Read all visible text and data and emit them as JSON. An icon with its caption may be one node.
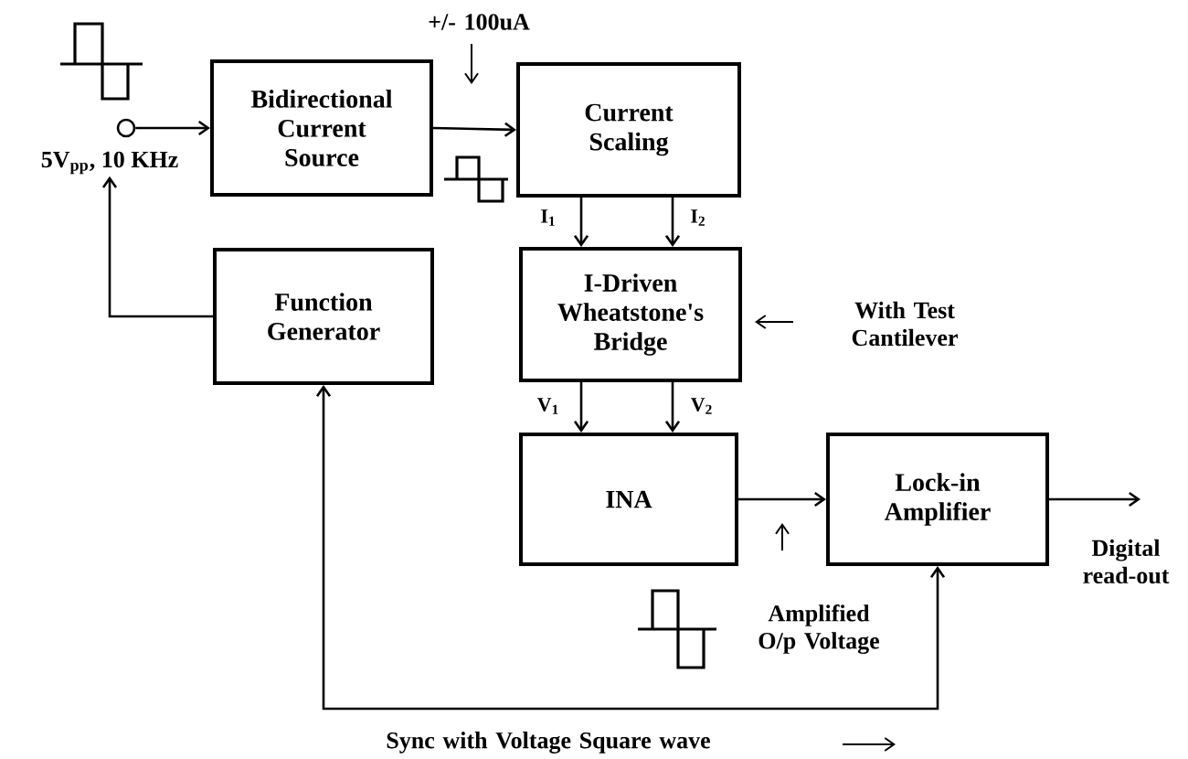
{
  "diagram": {
    "nodes": [
      {
        "text": [],
        "shape": "circle",
        "beside": [
          "5V$_{pp}$, 10 KHz"
        ]
      },
      {
        "text": [
          "Bidirectional Current Source"
        ]
      },
      {
        "text": [
          "Current Scaling"
        ]
      },
      {
        "text": [
          "I-Driven Wheatstone's Bridge"
        ]
      },
      {
        "text": [
          "Function Generator"
        ]
      },
      {
        "text": [
          "INA"
        ]
      },
      {
        "text": [
          "Lock-in Amplifier"
        ]
      }
    ],
    "edges": [
      {
        "from": 0,
        "to": 1,
        "arrow": "to"
      },
      {
        "from": 1,
        "to": 2,
        "arrow": "to"
      },
      {
        "from": 2,
        "to": 3,
        "arrow": "to",
        "label": "I$_{1}$"
      },
      {
        "from": 2,
        "to": 3,
        "arrow": "to",
        "label": "I$_{2}$"
      },
      {
        "from": 3,
        "to": 5,
        "arrow": "to",
        "label": "V$_{1}$"
      },
      {
        "from": 3,
        "to": 5,
        "arrow": "to",
        "label": "V$_{2}$"
      },
      {
        "from": 5,
        "to": 6,
        "arrow": "to"
      },
      {
        "from": 4,
        "to": 0,
        "arrow": "to"
      },
      {
        "from": 4,
        "to": 6,
        "arrow": "both"
      },
      {
        "from": 6,
        "to": null,
        "arrow": "to"
      }
    ],
    "labels": [
      "+/- 100uA",
      "With Test Cantilever",
      "Amplified O/p Voltage",
      "Digital read-out",
      "Sync with Voltage Square wave"
    ]
  }
}
